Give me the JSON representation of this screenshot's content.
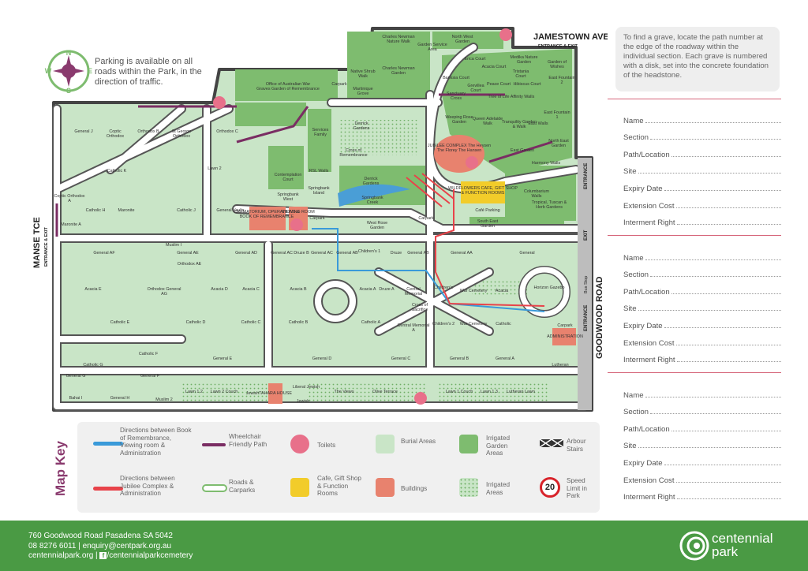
{
  "compass": {
    "n": "N",
    "s": "S",
    "e": "E",
    "w": "W"
  },
  "parking_note": "Parking is available on all roads within the Park, in the direction of traffic.",
  "roads": {
    "jamestown": "JAMESTOWN AVE",
    "jamestown_sub": "ENTRANCE & EXIT",
    "goodwood": "GOODWOOD ROAD",
    "manse": "MANSE TCE",
    "manse_sub": "ENTRANCE & EXIT",
    "entrance_top": "ENTRANCE",
    "exit": "EXIT",
    "entrance_bottom": "ENTRANCE",
    "bus_stop": "Bus Stop"
  },
  "map_labels": [
    "Charles Newman Nature Walk",
    "North West Garden",
    "Garden Service Area",
    "Charles Newman Garden",
    "Native Shrub Walk",
    "Martinique Grove",
    "Office of Australian War Graves Garden of Remembrance",
    "Carpark",
    "Erica Court",
    "Acacia Court",
    "Medika Nature Garden",
    "Garden of Wishes",
    "Banksia Court",
    "Tristania Court",
    "East Fountain 2",
    "Grevillea Court",
    "Peace Court",
    "Hibiscus Court",
    "Sanctuary Cross",
    "Tree of Life",
    "Affinity Walls",
    "East Fountain 1",
    "General J",
    "Coptic Orthodox",
    "Orthodox B",
    "St George Orthodox",
    "Orthodox C",
    "Services Family",
    "Derrick Gardens",
    "Weeping Rose Garden",
    "Queen Adelaide Walk",
    "Tranquility Garden & Walk",
    "East Walls",
    "North East Garden",
    "Cross of Remembrance",
    "JUBILEE COMPLEX The Heysen The Florey The Hansen",
    "East Garden",
    "Harmony Walls",
    "Catholic K",
    "Lawn 2",
    "Contemplation Court",
    "RSL Walls",
    "Derrick Gardens",
    "Coptic Orthodox A",
    "Springbank Island",
    "Springbank West",
    "Springbank Creek",
    "WILDFLOWERS CAFE, GIFT SHOP & FUNCTION ROOMS",
    "Columbarium Walls",
    "Tropical, Tuscan & Herb Gardens",
    "Catholic H",
    "Maronite",
    "Catholic J",
    "General Vaults",
    "CREMATORIUM, OPERATIONS & BOOK OF REMEMBRANCE",
    "VIEWING ROOM",
    "Carpark",
    "Carpark",
    "West Rose Garden",
    "Café Parking",
    "South East Garden",
    "Maronite A",
    "Muslim I",
    "General AF",
    "General AE",
    "Orthodox AE",
    "General AD",
    "General AC",
    "Druze B",
    "General AC",
    "General AB",
    "Children's 1",
    "Druze",
    "General AB",
    "General AA",
    "General",
    "Acacia E",
    "Orthodox General AG",
    "Acacia D",
    "Acacia C",
    "Acacia B",
    "Acacia A",
    "Druze A",
    "Central Memorial",
    "Children's",
    "War Cemetery",
    "Acacia",
    "Horizon Gazebo",
    "Catholic E",
    "Catholic D",
    "Catholic C",
    "Catholic B",
    "Catholic A",
    "Cross of Sacrifice",
    "Central Memorial A",
    "Children's 2",
    "War Cemetery",
    "Catholic",
    "Carpark",
    "ADMINISTRATION",
    "Catholic G",
    "Catholic F",
    "General E",
    "General D",
    "General C",
    "General B",
    "General A",
    "Lutheran",
    "General G",
    "General F",
    "Lawn 1 2",
    "Lawn 2 Couch",
    "Jewish",
    "Liberal Jewish",
    "The Views",
    "Olive Terrace",
    "Lawn 1 Couch",
    "Lawn 1 3",
    "Lutheran Lawn",
    "Bahai I",
    "General H",
    "Muslim 2",
    "Jewish",
    "TAHARA HOUSE"
  ],
  "info_text": "To find a grave, locate the path number at the edge of the roadway within the individual section. Each grave is numbered with a disk, set into the concrete foundation of the headstone.",
  "form_fields": [
    "Name",
    "Section",
    "Path/Location",
    "Site",
    "Expiry Date",
    "Extension Cost",
    "Interment Right"
  ],
  "map_key": {
    "title": "Map Key",
    "items": [
      {
        "label": "Directions between Book of Remembrance, Viewing room & Administration",
        "swatch": "blue-line",
        "color": "#3a9ad9"
      },
      {
        "label": "Directions between Jubilee Complex & Administration",
        "swatch": "red-line",
        "color": "#e8434a"
      },
      {
        "label": "Wheelchair Friendly Path",
        "swatch": "purple-line",
        "color": "#7a2d63"
      },
      {
        "label": "Roads & Carparks",
        "swatch": "road",
        "color": "#ffffff"
      },
      {
        "label": "Toilets",
        "swatch": "toilet-icon",
        "color": "#e8708a"
      },
      {
        "label": "Cafe, Gift Shop & Function Rooms",
        "swatch": "yellow-box",
        "color": "#f2cc2a"
      },
      {
        "label": "Burial Areas",
        "swatch": "light-green-box",
        "color": "#c9e5c7"
      },
      {
        "label": "Buildings",
        "swatch": "salmon-box",
        "color": "#e8826e"
      },
      {
        "label": "Irrigated Garden Areas",
        "swatch": "green-box",
        "color": "#7ebc6f"
      },
      {
        "label": "Irrigated Areas",
        "swatch": "dotted-box",
        "color": "#c9e5c7"
      },
      {
        "label": "Arbour Stairs",
        "swatch": "stairs-icon",
        "color": "#333333"
      },
      {
        "label": "Speed Limit in Park",
        "swatch": "speed-sign",
        "color": "#d8232a",
        "value": "20"
      }
    ]
  },
  "footer": {
    "address": "760 Goodwood Road Pasadena SA 5042",
    "phone": "08 8276 6011",
    "email": "enquiry@centpark.org.au",
    "web": "centennialpark.org",
    "social": "/centennialparkcemetery",
    "brand_line1": "centennial",
    "brand_line2": "park"
  },
  "colors": {
    "burial": "#c9e5c7",
    "garden": "#7ebc6f",
    "road": "#ffffff",
    "outline": "#444444",
    "building": "#e8826e",
    "cafe": "#f2cc2a",
    "water": "#4a9ed6",
    "footer": "#4a9a44",
    "accent": "#8a3a6e"
  }
}
